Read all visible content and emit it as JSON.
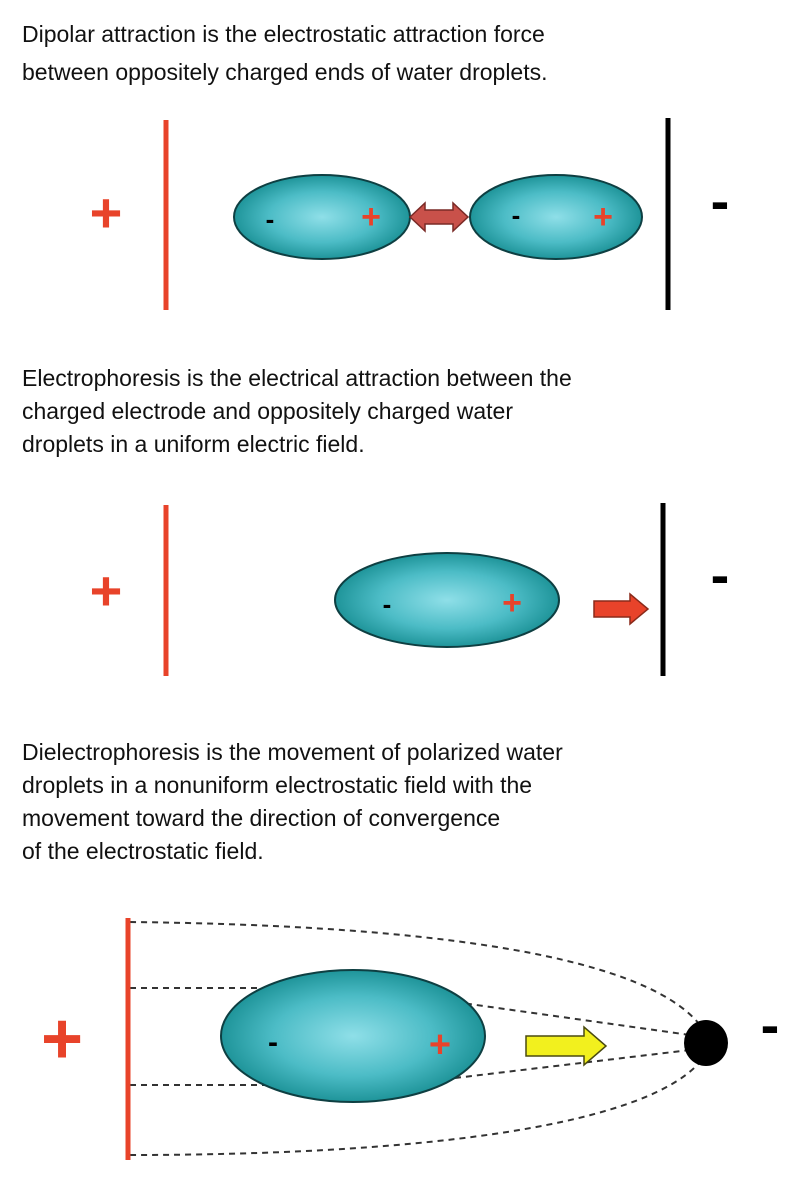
{
  "sections": [
    {
      "caption": [
        "Dipolar attraction is the electrostatic attraction force",
        "between oppositely charged ends of water droplets."
      ],
      "left_electrode_sign": "+",
      "right_electrode_sign": "-",
      "droplet_signs": [
        "-",
        "+"
      ]
    },
    {
      "caption": [
        "Electrophoresis is the electrical attraction between the",
        "charged electrode and oppositely charged water",
        "droplets in a uniform electric field."
      ],
      "left_electrode_sign": "+",
      "right_electrode_sign": "-",
      "droplet_signs": [
        "-",
        "+"
      ]
    },
    {
      "caption": [
        "Dielectrophoresis is the movement of polarized water",
        "droplets in a nonuniform electrostatic field with the",
        "movement toward the direction of convergence",
        "of the electrostatic field."
      ],
      "left_electrode_sign": "+",
      "right_electrode_sign": "-",
      "droplet_signs": [
        "-",
        "+"
      ]
    }
  ],
  "colors": {
    "positive": "#e8432a",
    "negative": "#000000",
    "droplet_center": "#8fdfe8",
    "droplet_edge": "#138a8e",
    "attraction_arrow": "#c9514a",
    "movement_arrow_uniform": "#e8432a",
    "movement_arrow_nonuniform": "#f2f01e"
  }
}
